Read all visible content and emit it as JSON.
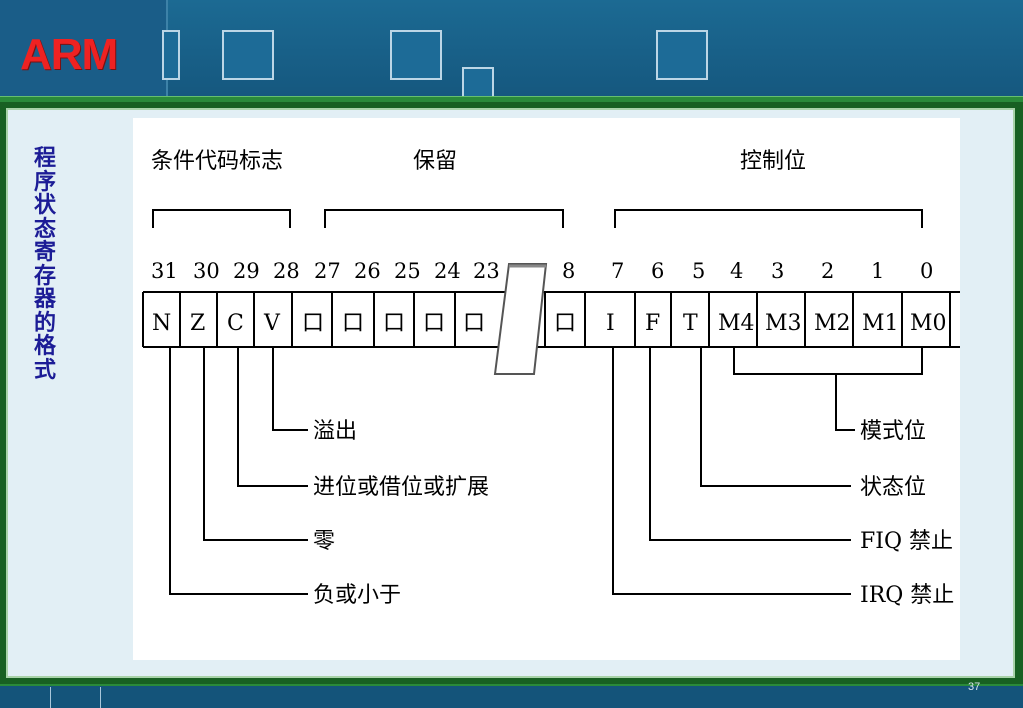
{
  "header": {
    "logo_text": "ARM",
    "page_number": "37"
  },
  "side_title": "程序状态寄存器的格式",
  "diagram": {
    "groups": [
      {
        "label": "条件代码标志"
      },
      {
        "label": "保留"
      },
      {
        "label": "控制位"
      }
    ],
    "bit_numbers": [
      "31",
      "30",
      "29",
      "28",
      "27",
      "26",
      "25",
      "24",
      "23",
      "8",
      "7",
      "6",
      "5",
      "4",
      "3",
      "2",
      "1",
      "0"
    ],
    "cells": [
      "N",
      "Z",
      "C",
      "V",
      "口",
      "口",
      "口",
      "口",
      "口",
      "口",
      "I",
      "F",
      "T",
      "M4",
      "M3",
      "M2",
      "M1",
      "M0"
    ],
    "right_labels": [
      "模式位",
      "状态位",
      "FIQ 禁止",
      "IRQ 禁止"
    ],
    "left_labels": [
      "溢出",
      "进位或借位或扩展",
      "零",
      "负或小于"
    ]
  },
  "colors": {
    "logo": "#ee2222",
    "side_title": "#1c1c96",
    "green_frame": "#186022",
    "header_blue": "#1a5f8a"
  }
}
